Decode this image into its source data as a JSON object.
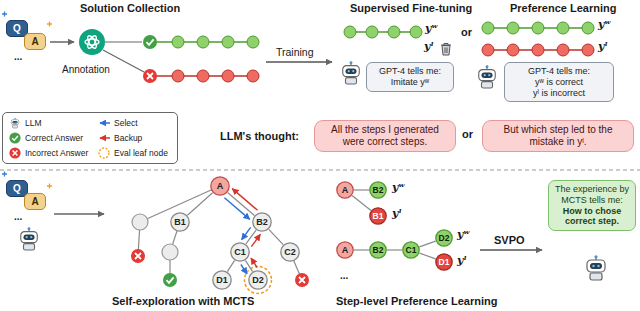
{
  "diagram": {
    "nodes": [
      {
        "text": [
          "Q"
        ]
      },
      {
        "text": [
          "A"
        ]
      },
      {
        "text": [
          "GPT-4 tells me:",
          "Imitate yʷ"
        ]
      },
      {
        "text": [
          "GPT-4 tells me:",
          "yʷ is correct",
          "yˡ is incorrect"
        ]
      },
      {
        "text": [
          "All the steps I generated were correct steps."
        ]
      },
      {
        "text": [
          "But which step led to the mistake in yˡ."
        ]
      },
      {
        "text": [
          "Q"
        ]
      },
      {
        "text": [
          "A"
        ]
      },
      {
        "text": [
          "A"
        ]
      },
      {
        "text": [
          "B1"
        ]
      },
      {
        "text": [
          "B2"
        ]
      },
      {
        "text": [
          "C1"
        ]
      },
      {
        "text": [
          "C2"
        ]
      },
      {
        "text": [
          "D1"
        ]
      },
      {
        "text": [
          "D2"
        ]
      },
      {
        "text": [
          "A"
        ]
      },
      {
        "text": [
          "B2"
        ]
      },
      {
        "text": [
          "B1"
        ]
      },
      {
        "text": [
          "A"
        ]
      },
      {
        "text": [
          "B2"
        ]
      },
      {
        "text": [
          "C1"
        ]
      },
      {
        "text": [
          "D2"
        ]
      },
      {
        "text": [
          "D1"
        ]
      },
      {
        "text": [
          "The experience by MCTS tells me:",
          "How to chose correct step."
        ]
      }
    ],
    "edges": [
      {
        "from": 8,
        "to": 9,
        "arrow": "none"
      },
      {
        "from": 8,
        "to": 10,
        "arrow": "none"
      },
      {
        "from": 10,
        "to": 11,
        "arrow": "none"
      },
      {
        "from": 10,
        "to": 12,
        "arrow": "none"
      },
      {
        "from": 11,
        "to": 13,
        "arrow": "none"
      },
      {
        "from": 11,
        "to": 14,
        "arrow": "none"
      },
      {
        "from": 8,
        "to": 10,
        "arrow": "to"
      },
      {
        "from": 10,
        "to": 11,
        "arrow": "to"
      },
      {
        "from": 11,
        "to": 14,
        "arrow": "to"
      },
      {
        "from": 14,
        "to": 11,
        "arrow": "to"
      },
      {
        "from": 11,
        "to": 10,
        "arrow": "to"
      },
      {
        "from": 10,
        "to": 8,
        "arrow": "to"
      },
      {
        "from": 15,
        "to": 16,
        "arrow": "none"
      },
      {
        "from": 15,
        "to": 17,
        "arrow": "none"
      },
      {
        "from": 18,
        "to": 19,
        "arrow": "none"
      },
      {
        "from": 19,
        "to": 20,
        "arrow": "none"
      },
      {
        "from": 20,
        "to": 21,
        "arrow": "none"
      },
      {
        "from": 20,
        "to": 22,
        "arrow": "none"
      }
    ],
    "labels": [
      "Solution Collection",
      "...",
      "Annotation",
      "Training",
      "Supervised Fine-tuning",
      "yʷ",
      "yˡ",
      "or",
      "Preference Learning",
      "yʷ",
      "yˡ",
      "LLM's thought:",
      "or",
      "...",
      "yʷ",
      "yˡ",
      "yʷ",
      "yˡ",
      "...",
      "SVPO",
      "Self-exploration with MCTS",
      "Step-level Preference Learning"
    ],
    "legend": [
      {
        "text": "LLM"
      },
      {
        "text": "Correct Answer"
      },
      {
        "text": "Incorrect Answer"
      },
      {
        "text": "Select"
      },
      {
        "text": "Backup"
      },
      {
        "text": "Eval leaf node"
      }
    ]
  }
}
